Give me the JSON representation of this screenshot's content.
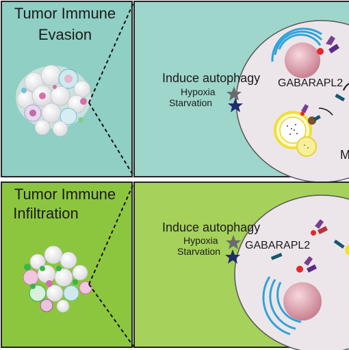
{
  "panels": {
    "top": {
      "title_line1": "Tumor Immune",
      "title_line2": "Evasion",
      "induce": "Induce autophagy",
      "hypoxia": "Hypoxia",
      "starvation": "Starvation",
      "protein": "GABARAPL2",
      "cut_label": "M"
    },
    "bottom": {
      "title_line1": "Tumor Immune",
      "title_line2": "Infiltration",
      "induce": "Induce autophagy",
      "hypoxia": "Hypoxia",
      "starvation": "Starvation",
      "protein": "GABARAPL2"
    }
  },
  "colors": {
    "evasion_bg": "#8fcfc4",
    "evasion_zoom_bg": "#9fd6cc",
    "infiltration_bg": "#8cc63f",
    "infiltration_zoom_bg": "#a6d15a",
    "cell_fill": "#ece6ea",
    "nucleus": "#d59aa7",
    "star_gray": "#6b6b6b",
    "star_navy": "#1f2d6b"
  },
  "icons": [
    "hypoxia-star-icon",
    "starvation-star-icon",
    "receptor-icon",
    "autophagosome-icon"
  ]
}
